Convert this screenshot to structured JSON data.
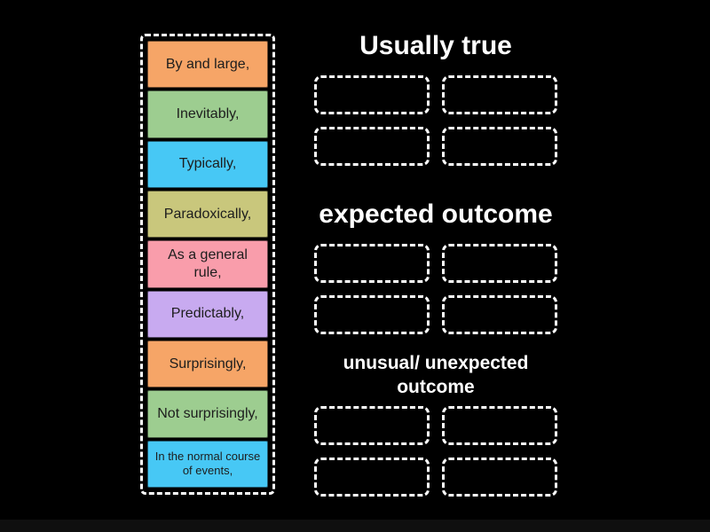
{
  "canvas": {
    "background_color": "#000000",
    "title_color": "#ffffff",
    "slot_border_color": "#ffffff"
  },
  "word_bank": {
    "text_color": "#1d1d1d",
    "tiles": [
      {
        "label": "By and large,",
        "color": "#F6A567"
      },
      {
        "label": "Inevitably,",
        "color": "#9DCD90"
      },
      {
        "label": "Typically,",
        "color": "#47C8F5"
      },
      {
        "label": "Paradoxically,",
        "color": "#C9C77C"
      },
      {
        "label": "As a general rule,",
        "color": "#F99DAB"
      },
      {
        "label": "Predictably,",
        "color": "#C8AAF0"
      },
      {
        "label": "Surprisingly,",
        "color": "#F6A567"
      },
      {
        "label": "Not surprisingly,",
        "color": "#9DCD90"
      },
      {
        "label": "In the normal course of events,",
        "color": "#47C8F5",
        "small": true
      }
    ]
  },
  "groups": [
    {
      "title": "Usually true",
      "slots": 4
    },
    {
      "title": "expected outcome",
      "slots": 4
    },
    {
      "title": "unusual/ unexpected outcome",
      "slots": 4,
      "small_title": true
    }
  ]
}
